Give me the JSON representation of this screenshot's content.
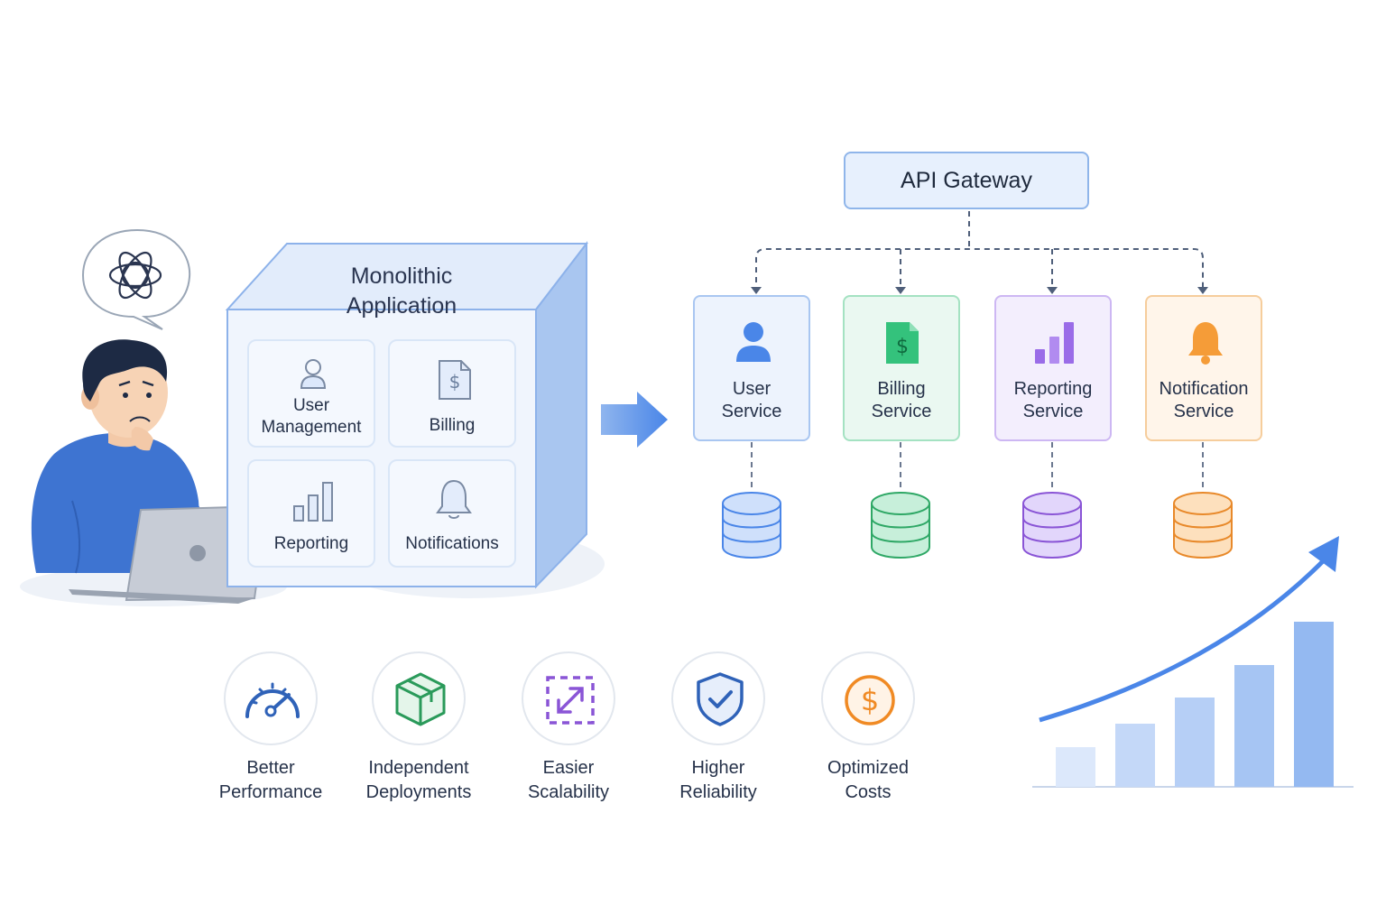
{
  "monolith": {
    "title_line1": "Monolithic",
    "title_line2": "Application",
    "modules": [
      {
        "line1": "User",
        "line2": "Management",
        "icon": "user-icon"
      },
      {
        "line1": "Billing",
        "line2": "",
        "icon": "invoice-icon"
      },
      {
        "line1": "Reporting",
        "line2": "",
        "icon": "bar-chart-icon"
      },
      {
        "line1": "Notifications",
        "line2": "",
        "icon": "bell-icon"
      }
    ]
  },
  "gateway": {
    "label": "API Gateway"
  },
  "services": [
    {
      "line1": "User",
      "line2": "Service",
      "color": "#4a86e8",
      "bg": "#edf3fd",
      "border": "#a9c6f1",
      "icon": "user-icon"
    },
    {
      "line1": "Billing",
      "line2": "Service",
      "color": "#2fb872",
      "bg": "#eaf8f1",
      "border": "#a4e2c2",
      "icon": "invoice-icon"
    },
    {
      "line1": "Reporting",
      "line2": "Service",
      "color": "#9a6ce8",
      "bg": "#f3eefd",
      "border": "#cdb7f3",
      "icon": "bar-chart-icon"
    },
    {
      "line1": "Notification",
      "line2": "Service",
      "color": "#f59c38",
      "bg": "#fff5ea",
      "border": "#f6cd9c",
      "icon": "bell-icon"
    }
  ],
  "benefits": [
    {
      "line1": "Better",
      "line2": "Performance",
      "color": "#2f62b8",
      "icon": "speedometer-icon"
    },
    {
      "line1": "Independent",
      "line2": "Deployments",
      "color": "#2a9a5a",
      "icon": "cube-icon"
    },
    {
      "line1": "Easier",
      "line2": "Scalability",
      "color": "#8a55d6",
      "icon": "expand-icon"
    },
    {
      "line1": "Higher",
      "line2": "Reliability",
      "color": "#2f62b8",
      "icon": "shield-check-icon"
    },
    {
      "line1": "Optimized",
      "line2": "Costs",
      "color": "#f08a24",
      "icon": "dollar-coin-icon"
    }
  ],
  "colors": {
    "accent": "#4a86e8",
    "gateway_border": "#8fb5ea"
  }
}
